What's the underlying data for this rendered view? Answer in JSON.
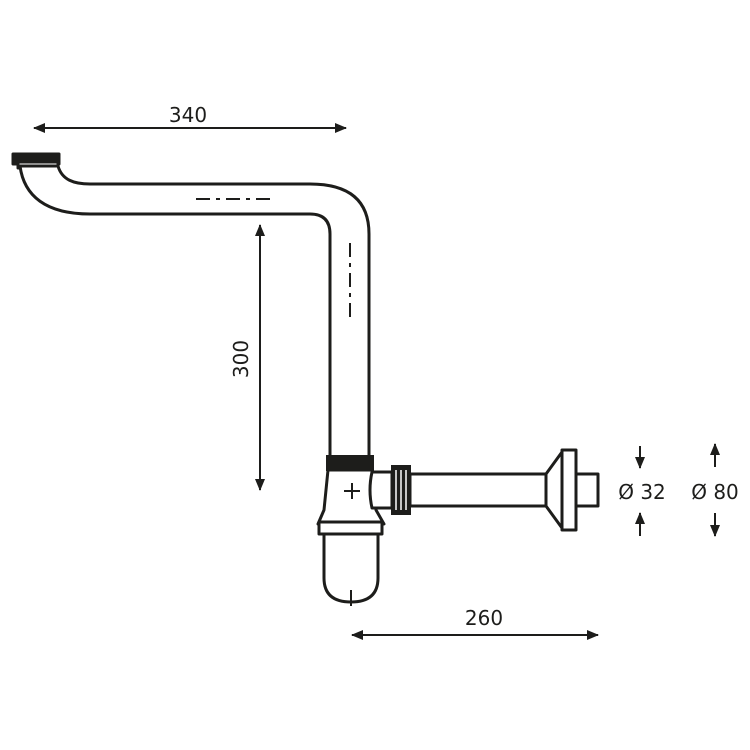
{
  "dimensions": {
    "top_length": "340",
    "vertical_length": "300",
    "outlet_length": "260",
    "outlet_diameter": "Ø 32",
    "flange_diameter": "Ø 80"
  },
  "colors": {
    "line": "#1d1d1b",
    "background": "#ffffff"
  }
}
